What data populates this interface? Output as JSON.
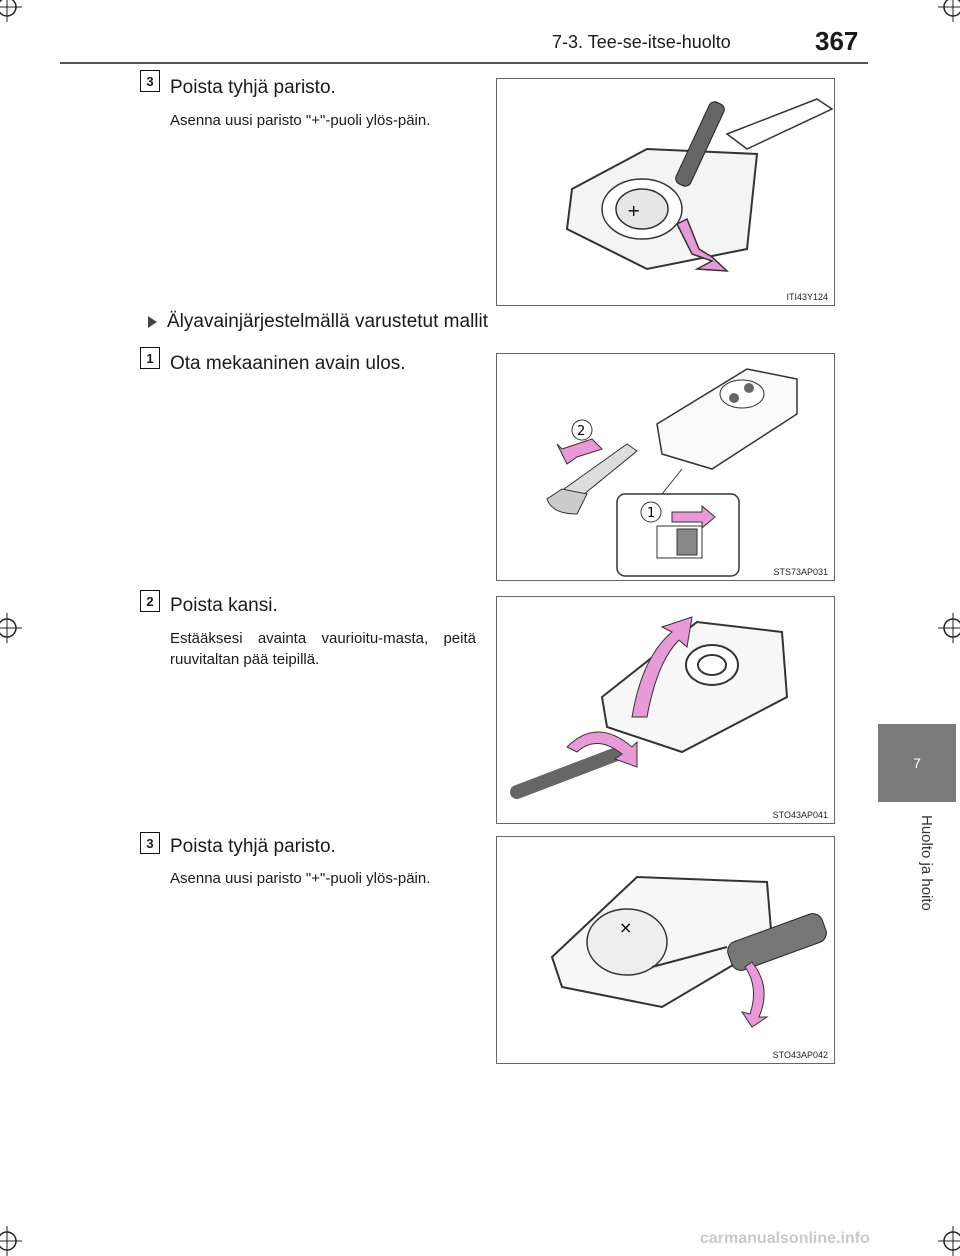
{
  "header": {
    "title": "7-3. Tee-se-itse-huolto",
    "page_number": "367"
  },
  "side": {
    "tab_number": "7",
    "tab_label": "Huolto ja hoito"
  },
  "sections": {
    "s1": {
      "num": "3",
      "head": "Poista tyhjä paristo.",
      "body": "Asenna uusi paristo \"+\"-puoli ylös-päin.",
      "fig_code": "ITI43Y124"
    },
    "subhead": "Älyavainjärjestelmällä varustetut mallit",
    "s2": {
      "num": "1",
      "head": "Ota mekaaninen avain ulos.",
      "fig_code": "STS73AP031",
      "callout1": "1",
      "callout2": "2"
    },
    "s3": {
      "num": "2",
      "head": "Poista kansi.",
      "body": "Estääksesi avainta vaurioitu-masta, peitä ruuvitaltan pää teipillä.",
      "fig_code": "STO43AP041"
    },
    "s4": {
      "num": "3",
      "head": "Poista tyhjä paristo.",
      "body": "Asenna uusi paristo \"+\"-puoli ylös-päin.",
      "fig_code": "STO43AP042"
    }
  },
  "footer": {
    "watermark": "carmanualsonline.info"
  },
  "colors": {
    "accent_pink": "#e89ad8",
    "tab_gray": "#7a7a7a"
  }
}
